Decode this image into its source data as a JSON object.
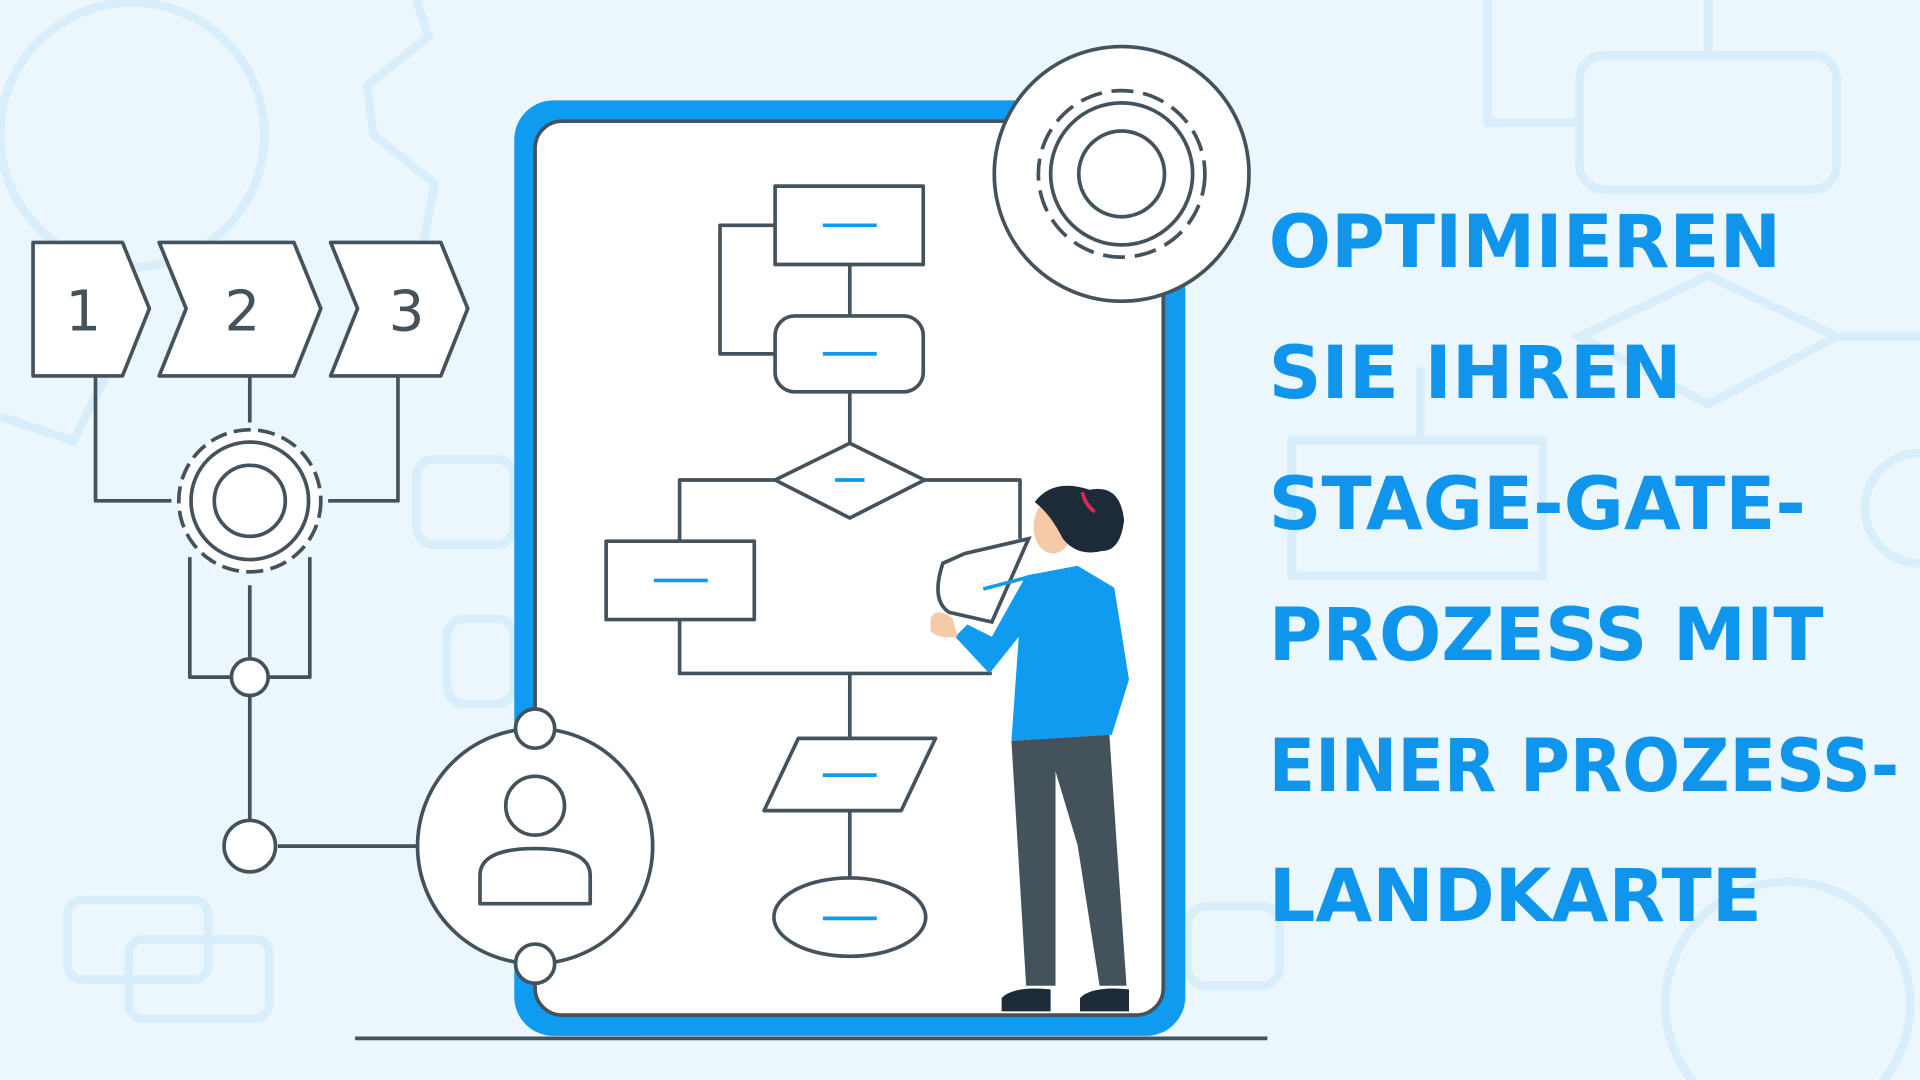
{
  "headline": {
    "lines": [
      "OPTIMIEREN",
      "SIE IHREN",
      "STAGE-GATE-",
      "PROZESS MIT",
      "EINER PROZESS-",
      "LANDKARTE"
    ],
    "color": "#0f95ec"
  },
  "stages": [
    "1",
    "2",
    "3"
  ],
  "colors": {
    "background": "#ebf6fd",
    "accent": "#0e9bf0",
    "outline": "#44525c"
  }
}
